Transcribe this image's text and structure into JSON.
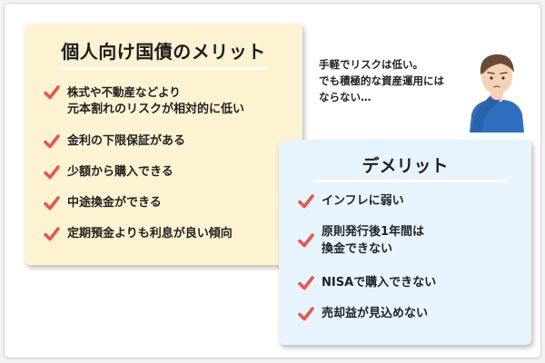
{
  "merit": {
    "title": "個人向け国債のメリット",
    "items": [
      {
        "lines": [
          "株式や不動産などより",
          "元本割れのリスクが相対的に低い"
        ]
      },
      {
        "lines": [
          "金利の下限保証がある"
        ]
      },
      {
        "lines": [
          "少額から購入できる"
        ]
      },
      {
        "lines": [
          "中途換金ができる"
        ]
      },
      {
        "lines": [
          "定期預金よりも利息が良い傾向"
        ]
      }
    ]
  },
  "demerit": {
    "title": "デメリット",
    "items": [
      {
        "lines": [
          "インフレに弱い"
        ]
      },
      {
        "lines": [
          "原則発行後1年間は",
          "換金できない"
        ]
      },
      {
        "lines": [
          "NISAで購入できない"
        ]
      },
      {
        "lines": [
          "売却益が見込めない"
        ]
      }
    ]
  },
  "note": {
    "lines": [
      "手軽でリスクは低い。",
      "でも積極的な資産運用には",
      "ならない…"
    ]
  },
  "icons": {
    "check": "check-icon",
    "person": "thinking-person-icon"
  },
  "colors": {
    "merit_bg": "#fdf3d3",
    "demerit_bg": "#e8f4fd",
    "check": "#e4584b",
    "shirt": "#2f6fbf"
  }
}
